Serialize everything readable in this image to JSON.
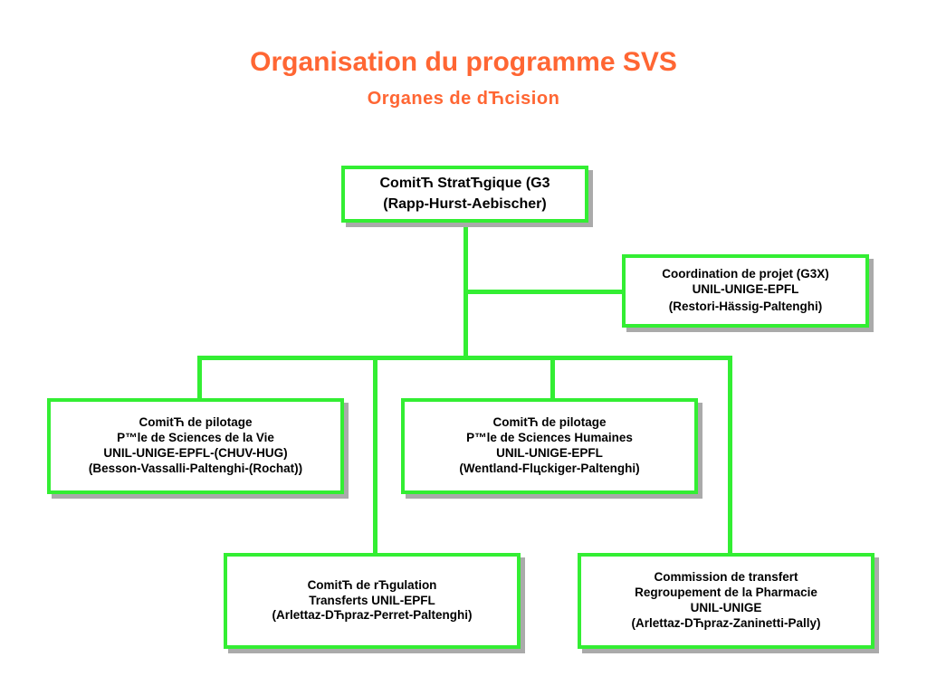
{
  "header": {
    "title": "Organisation du programme SVS",
    "subtitle": "Organes de dЋcision"
  },
  "boxes": {
    "strategic": {
      "line1": "ComitЋ StratЋgique (G3",
      "line2": "(Rapp-Hurst-Aebischer)"
    },
    "coordination": {
      "line1": "Coordination de projet (G3X)",
      "line2": "UNIL-UNIGE-EPFL",
      "line3": "(Restori-Hässig-Paltenghi)"
    },
    "pilot_life": {
      "line1": "ComitЋ de pilotage",
      "line2": "P™le de Sciences de la Vie",
      "line3": "UNIL-UNIGE-EPFL-(CHUV-HUG)",
      "line4": "(Besson-Vassalli-Paltenghi-(Rochat))"
    },
    "pilot_human": {
      "line1": "ComitЋ de pilotage",
      "line2": "P™le de Sciences Humaines",
      "line3": "UNIL-UNIGE-EPFL",
      "line4": "(Wentland-Flцckiger-Paltenghi)"
    },
    "regulation": {
      "line1": "ComitЋ de rЋgulation",
      "line2": "Transferts UNIL-EPFL",
      "line3": "(Arlettaz-DЋpraz-Perret-Paltenghi)"
    },
    "transfer": {
      "line1": "Commission de transfert",
      "line2": "Regroupement de la Pharmacie",
      "line3": "UNIL-UNIGE",
      "line4": "(Arlettaz-DЋpraz-Zaninetti-Pally)"
    }
  },
  "colors": {
    "title": "#ff6633",
    "connector": "#33ee33",
    "box_border": "#33ee33",
    "box_shadow": "#aaaaaa"
  }
}
